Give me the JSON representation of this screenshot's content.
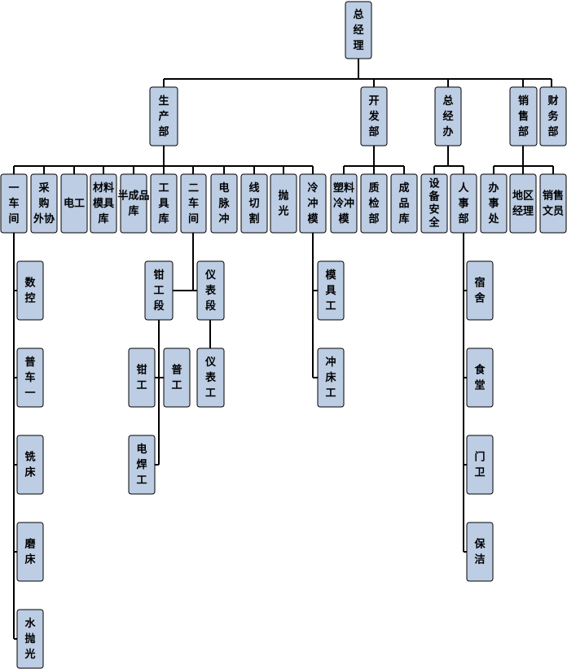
{
  "chart_data": {
    "type": "org-chart",
    "root": "总经理",
    "departments": [
      {
        "name": "生产部",
        "units": [
          {
            "name": "一车间",
            "children": [
              "数控",
              "普车一",
              "铣床",
              "磨床",
              "水抛光"
            ]
          },
          {
            "name": "采购外协"
          },
          {
            "name": "电工"
          },
          {
            "name": "材料模具库"
          },
          {
            "name": "半成品库"
          },
          {
            "name": "工具库"
          },
          {
            "name": "二车间",
            "children": [
              {
                "name": "钳工段",
                "children": [
                  "钳工",
                  "普工",
                  "电焊工"
                ]
              },
              {
                "name": "仪表段",
                "children": [
                  "仪表工"
                ]
              }
            ]
          },
          {
            "name": "电脉冲"
          },
          {
            "name": "线切割"
          },
          {
            "name": "抛光"
          },
          {
            "name": "冷冲模",
            "children": [
              "模具工",
              "冲床工"
            ]
          }
        ]
      },
      {
        "name": "开发部",
        "units": [
          {
            "name": "塑料冷冲模"
          },
          {
            "name": "质检部"
          },
          {
            "name": "成品库"
          }
        ]
      },
      {
        "name": "总经办",
        "units": [
          {
            "name": "设备安全"
          },
          {
            "name": "人事部",
            "children": [
              "宿舍",
              "食堂",
              "门卫",
              "保洁"
            ]
          }
        ]
      },
      {
        "name": "销售部",
        "units": [
          {
            "name": "办事处"
          },
          {
            "name": "地区经理"
          },
          {
            "name": "销售文员"
          }
        ]
      },
      {
        "name": "财务部",
        "units": []
      }
    ]
  },
  "diagram": {
    "nodes": {
      "n_root": [
        "总",
        "经",
        "理"
      ],
      "n_prod": [
        "生",
        "产",
        "部"
      ],
      "n_dev": [
        "开",
        "发",
        "部"
      ],
      "n_gmo": [
        "总",
        "经",
        "办"
      ],
      "n_sales": [
        "销",
        "售",
        "部"
      ],
      "n_fin": [
        "财",
        "务",
        "部"
      ],
      "n_w1": [
        "一",
        "车",
        "间"
      ],
      "n_purch": [
        "采",
        "购",
        "外",
        "协"
      ],
      "n_elec": [
        "电",
        "工"
      ],
      "n_matlib": [
        "材",
        "料",
        "模",
        "具",
        "库"
      ],
      "n_semi": [
        "半",
        "成",
        "品",
        "库"
      ],
      "n_tool": [
        "工",
        "具",
        "库"
      ],
      "n_w2": [
        "二",
        "车",
        "间"
      ],
      "n_pulse": [
        "电",
        "脉",
        "冲"
      ],
      "n_wire": [
        "线",
        "切",
        "割"
      ],
      "n_polish": [
        "抛",
        "光"
      ],
      "n_cold": [
        "冷",
        "冲",
        "模"
      ],
      "n_plastic": [
        "塑",
        "料",
        "冷",
        "冲",
        "模"
      ],
      "n_qc": [
        "质",
        "检",
        "部"
      ],
      "n_fg": [
        "成",
        "品",
        "库"
      ],
      "n_safety": [
        "设",
        "备",
        "安",
        "全"
      ],
      "n_hr": [
        "人",
        "事",
        "部"
      ],
      "n_office": [
        "办",
        "事",
        "处"
      ],
      "n_region": [
        "地",
        "区",
        "经",
        "理"
      ],
      "n_clerk": [
        "销",
        "售",
        "文",
        "员"
      ],
      "n_cnc": [
        "数",
        "控"
      ],
      "n_lathe": [
        "普",
        "车",
        "一"
      ],
      "n_mill": [
        "铣",
        "床"
      ],
      "n_grind": [
        "磨",
        "床"
      ],
      "n_wpol": [
        "水",
        "抛",
        "光"
      ],
      "n_fitsec": [
        "钳",
        "工",
        "段"
      ],
      "n_instsec": [
        "仪",
        "表",
        "段"
      ],
      "n_fitter": [
        "钳",
        "工"
      ],
      "n_general": [
        "普",
        "工"
      ],
      "n_welder": [
        "电",
        "焊",
        "工"
      ],
      "n_instw": [
        "仪",
        "表",
        "工"
      ],
      "n_mold": [
        "模",
        "具",
        "工"
      ],
      "n_press": [
        "冲",
        "床",
        "工"
      ],
      "n_dorm": [
        "宿",
        "舍"
      ],
      "n_canteen": [
        "食",
        "堂"
      ],
      "n_guard": [
        "门",
        "卫"
      ],
      "n_clean": [
        "保",
        "洁"
      ]
    }
  }
}
